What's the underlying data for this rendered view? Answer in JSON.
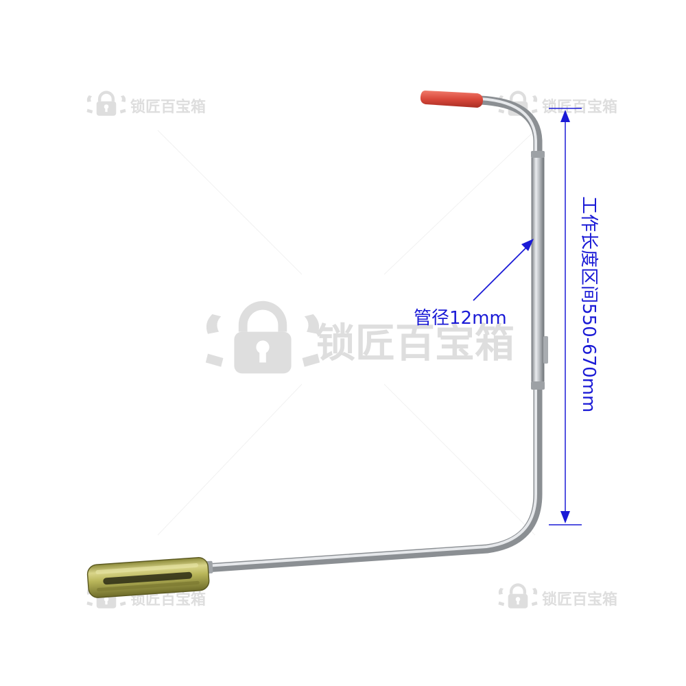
{
  "watermark": {
    "brand_text": "锁匠百宝箱",
    "color": "#dedede"
  },
  "annotations": {
    "pipe_diameter_label": "管径12mm",
    "working_length_label": "工作长度区间550-670mm",
    "color": "#1a1ad6"
  },
  "tool": {
    "tip_color": "#d9483b",
    "handle_color": "#b9b65a",
    "rod_color": "#b8bcc0"
  }
}
